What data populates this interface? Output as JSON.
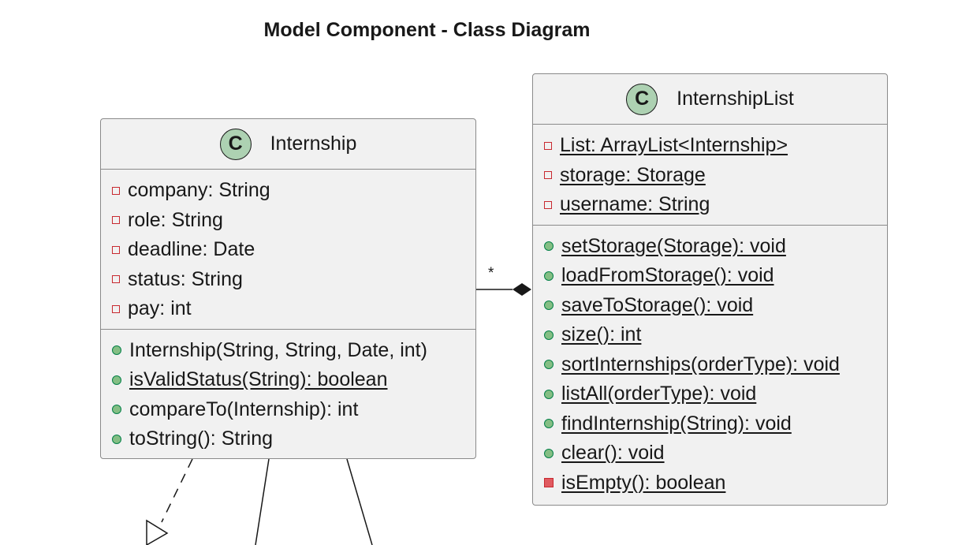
{
  "title": "Model Component - Class Diagram",
  "classes": {
    "internship": {
      "stereotype_letter": "C",
      "name": "Internship",
      "fields": [
        {
          "visibility": "private",
          "static": false,
          "text": "company: String"
        },
        {
          "visibility": "private",
          "static": false,
          "text": "role: String"
        },
        {
          "visibility": "private",
          "static": false,
          "text": "deadline: Date"
        },
        {
          "visibility": "private",
          "static": false,
          "text": "status: String"
        },
        {
          "visibility": "private",
          "static": false,
          "text": "pay: int"
        }
      ],
      "methods": [
        {
          "visibility": "public",
          "static": false,
          "text": "Internship(String, String, Date, int)"
        },
        {
          "visibility": "public",
          "static": true,
          "text": "isValidStatus(String): boolean"
        },
        {
          "visibility": "public",
          "static": false,
          "text": "compareTo(Internship): int"
        },
        {
          "visibility": "public",
          "static": false,
          "text": "toString(): String"
        }
      ]
    },
    "internship_list": {
      "stereotype_letter": "C",
      "name": "InternshipList",
      "fields": [
        {
          "visibility": "private",
          "static": true,
          "text": "List: ArrayList<Internship>"
        },
        {
          "visibility": "private",
          "static": true,
          "text": "storage: Storage"
        },
        {
          "visibility": "private",
          "static": true,
          "text": "username: String"
        }
      ],
      "methods": [
        {
          "visibility": "public",
          "static": true,
          "text": "setStorage(Storage): void"
        },
        {
          "visibility": "public",
          "static": true,
          "text": "loadFromStorage(): void"
        },
        {
          "visibility": "public",
          "static": true,
          "text": "saveToStorage(): void"
        },
        {
          "visibility": "public",
          "static": true,
          "text": "size(): int"
        },
        {
          "visibility": "public",
          "static": true,
          "text": "sortInternships(orderType): void"
        },
        {
          "visibility": "public",
          "static": true,
          "text": "listAll(orderType): void"
        },
        {
          "visibility": "public",
          "static": true,
          "text": "findInternship(String): void"
        },
        {
          "visibility": "public",
          "static": true,
          "text": "clear(): void"
        },
        {
          "visibility": "private",
          "static": true,
          "text": "isEmpty(): boolean"
        }
      ]
    }
  },
  "relations": {
    "composition": {
      "from": "InternshipList",
      "to": "Internship",
      "multiplicity": "*"
    },
    "realization": {
      "from": "Internship",
      "to": "(off-canvas)"
    }
  },
  "colors": {
    "badge_fill": "#add1b2",
    "class_fill": "#f1f1f1",
    "private": "#c82930",
    "public": "#038048"
  }
}
